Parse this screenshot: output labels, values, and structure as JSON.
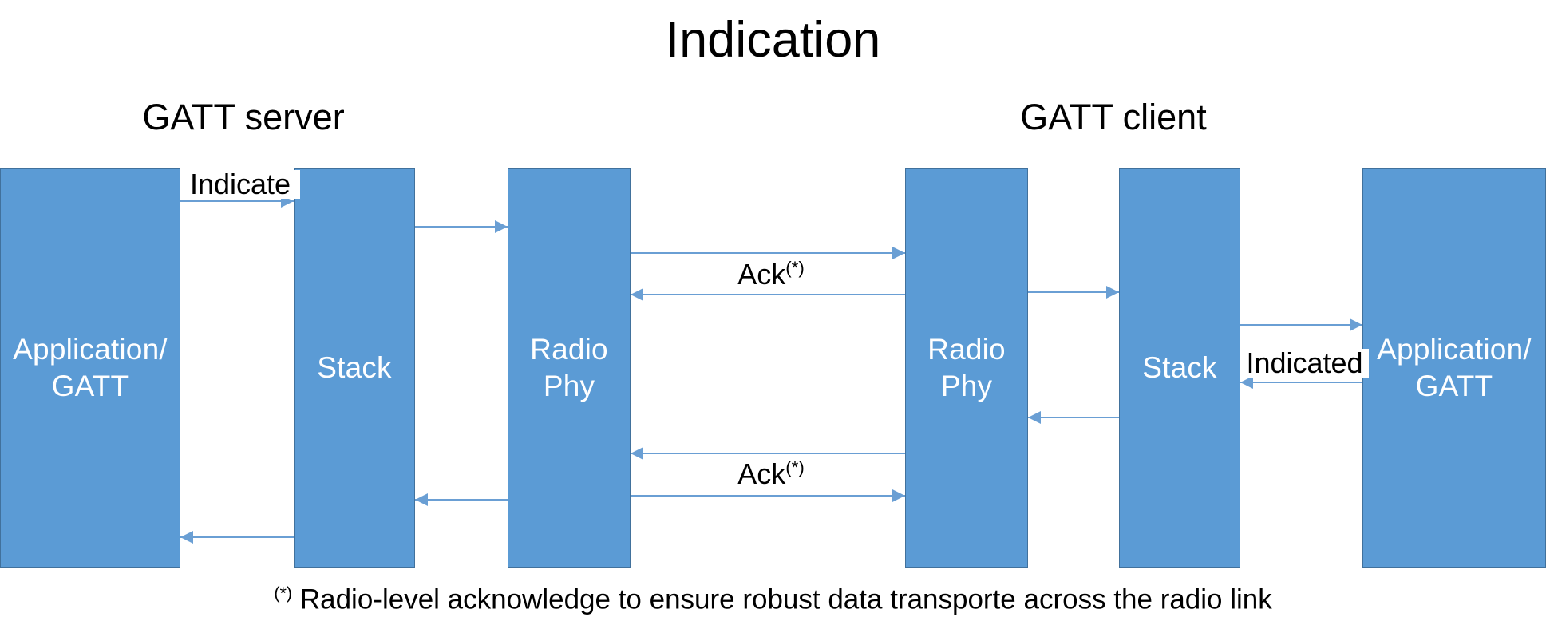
{
  "title": "Indication",
  "colors": {
    "box_fill": "#5B9BD5",
    "box_border": "#41719C",
    "arrow": "#6A9FD4",
    "text_on_box": "#FFFFFF",
    "text": "#000000",
    "background": "#FFFFFF"
  },
  "roles": [
    {
      "id": "gatt-server",
      "label": "GATT server"
    },
    {
      "id": "gatt-client",
      "label": "GATT client"
    }
  ],
  "boxes": [
    {
      "id": "server-application-gatt",
      "line1": "Application/",
      "line2": "GATT"
    },
    {
      "id": "server-stack",
      "line1": "Stack",
      "line2": ""
    },
    {
      "id": "server-radio-phy",
      "line1": "Radio",
      "line2": "Phy"
    },
    {
      "id": "client-radio-phy",
      "line1": "Radio",
      "line2": "Phy"
    },
    {
      "id": "client-stack",
      "line1": "Stack",
      "line2": ""
    },
    {
      "id": "client-application-gatt",
      "line1": "Application/",
      "line2": "GATT"
    }
  ],
  "edge_labels": [
    {
      "id": "indicate",
      "text": "Indicate",
      "sup": ""
    },
    {
      "id": "ack-top",
      "text": "Ack",
      "sup": "(*)"
    },
    {
      "id": "ack-bottom",
      "text": "Ack",
      "sup": "(*)"
    },
    {
      "id": "indicated",
      "text": "Indicated",
      "sup": ""
    }
  ],
  "footnote": {
    "marker": "(*)",
    "text": " Radio-level acknowledge to ensure robust data transporte across the radio link"
  },
  "flow": {
    "arrows": [
      {
        "id": "indicate-app-to-stack",
        "direction": "right"
      },
      {
        "id": "server-stack-to-radio",
        "direction": "right"
      },
      {
        "id": "server-radio-to-client-radio",
        "direction": "right"
      },
      {
        "id": "client-radio-ack-to-server",
        "direction": "left"
      },
      {
        "id": "client-radio-to-stack",
        "direction": "right"
      },
      {
        "id": "client-stack-to-app",
        "direction": "right"
      },
      {
        "id": "client-app-to-stack",
        "direction": "left"
      },
      {
        "id": "client-stack-to-radio",
        "direction": "left"
      },
      {
        "id": "client-radio-to-server-radio",
        "direction": "left"
      },
      {
        "id": "server-radio-ack-to-client",
        "direction": "right"
      },
      {
        "id": "server-radio-to-stack",
        "direction": "left"
      },
      {
        "id": "server-stack-to-app",
        "direction": "left"
      }
    ]
  }
}
